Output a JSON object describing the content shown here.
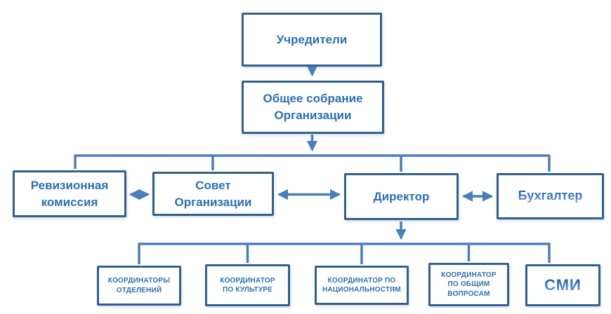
{
  "diagram": {
    "type": "org-chart",
    "colors": {
      "box_border": "#31608f",
      "box_text": "#2c6fb2",
      "connector": "#4a7ebb",
      "background": "#ffffff",
      "gloss_text_top": "#24549e",
      "gloss_text_bottom": "#7fb2e5"
    },
    "nodes": {
      "founders": {
        "label": "Учредители"
      },
      "assembly": {
        "label": "Общее собрание Организации"
      },
      "audit": {
        "label": "Ревизионная комиссия"
      },
      "council": {
        "label": "Совет Организации"
      },
      "director": {
        "label": "Директор"
      },
      "accountant": {
        "label": "Бухгалтер"
      },
      "coordinators_departments": {
        "label": "КООРДИНАТОРЫ ОТДЕЛЕНИЙ"
      },
      "coordinator_culture": {
        "label": "КООРДИНАТОР ПО КУЛЬТУРЕ"
      },
      "coordinator_nationalities": {
        "label": "КООРДИНАТОР ПО НАЦИОНАЛЬНОСТЯМ"
      },
      "coordinator_general": {
        "label": "КООРДИНАТОР ПО ОБЩИМ ВОПРОСАМ"
      },
      "smi": {
        "label": "СМИ"
      }
    },
    "edges": [
      {
        "from": "founders",
        "to": "assembly",
        "type": "arrow-down"
      },
      {
        "from": "assembly",
        "to": "audit",
        "type": "tree-branch"
      },
      {
        "from": "assembly",
        "to": "council",
        "type": "tree-branch"
      },
      {
        "from": "assembly",
        "to": "director",
        "type": "tree-branch"
      },
      {
        "from": "assembly",
        "to": "accountant",
        "type": "tree-branch"
      },
      {
        "from": "audit",
        "to": "council",
        "type": "double-arrow"
      },
      {
        "from": "council",
        "to": "director",
        "type": "double-arrow"
      },
      {
        "from": "director",
        "to": "accountant",
        "type": "double-arrow"
      },
      {
        "from": "director",
        "to": "coordinators_departments",
        "type": "tree-branch"
      },
      {
        "from": "director",
        "to": "coordinator_culture",
        "type": "tree-branch"
      },
      {
        "from": "director",
        "to": "coordinator_nationalities",
        "type": "tree-branch"
      },
      {
        "from": "director",
        "to": "coordinator_general",
        "type": "tree-branch"
      },
      {
        "from": "director",
        "to": "smi",
        "type": "tree-branch"
      }
    ]
  }
}
